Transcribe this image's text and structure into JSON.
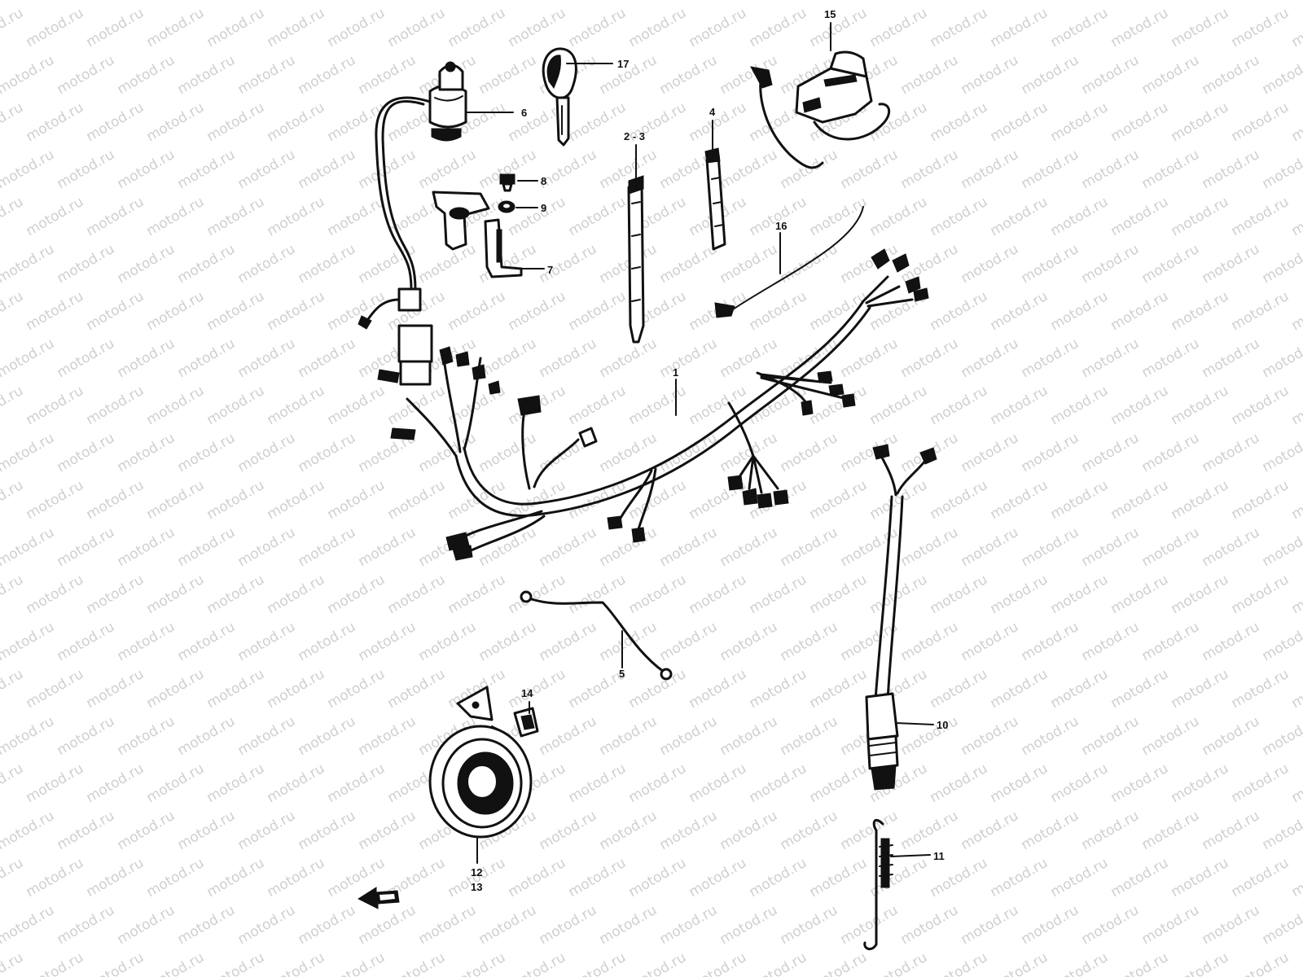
{
  "watermark": "motod.ru",
  "callouts": {
    "p1": "1",
    "p2_3": "2 - 3",
    "p4": "4",
    "p5": "5",
    "p6": "6",
    "p7": "7",
    "p8": "8",
    "p9": "9",
    "p10": "10",
    "p11": "11",
    "p12": "12",
    "p13": "13",
    "p14": "14",
    "p15": "15",
    "p16": "16",
    "p17": "17"
  },
  "icons": {
    "front_arrow": "arrow-left-icon"
  }
}
